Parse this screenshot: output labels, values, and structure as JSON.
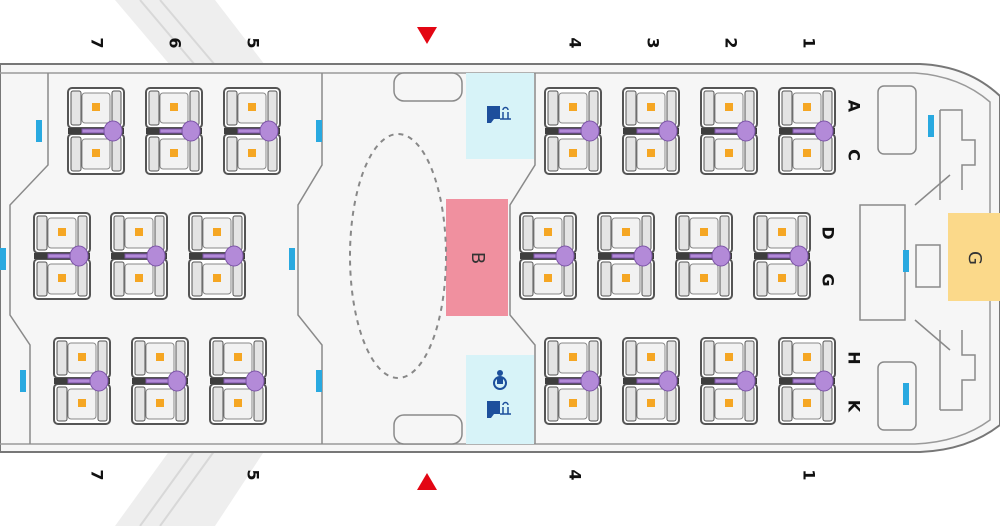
{
  "top_row_numbers": [
    "7",
    "6",
    "5",
    "4",
    "3",
    "2",
    "1"
  ],
  "bottom_row_numbers": [
    "7",
    "5",
    "4",
    "1"
  ],
  "seat_letters": {
    "a": "A",
    "c": "C",
    "d": "D",
    "g": "G",
    "h": "H",
    "k": "K"
  },
  "galley_label": "B",
  "front_galley_label": "G",
  "icons": {
    "lavatory": "lavatory-icon",
    "accessible_lavatory": "accessible-lavatory-icon",
    "exit": "exit-arrow-icon",
    "window": "window-marker"
  },
  "colors": {
    "galley": "#f0909f",
    "front_galley": "#fbd98a",
    "lavatory_bg": "#d7f3f8",
    "seat_shell": "#555555",
    "seat_console": "#b38ad8",
    "seat_light": "#f5a623",
    "exit_arrow": "#e30613",
    "window": "#29a9e0"
  }
}
